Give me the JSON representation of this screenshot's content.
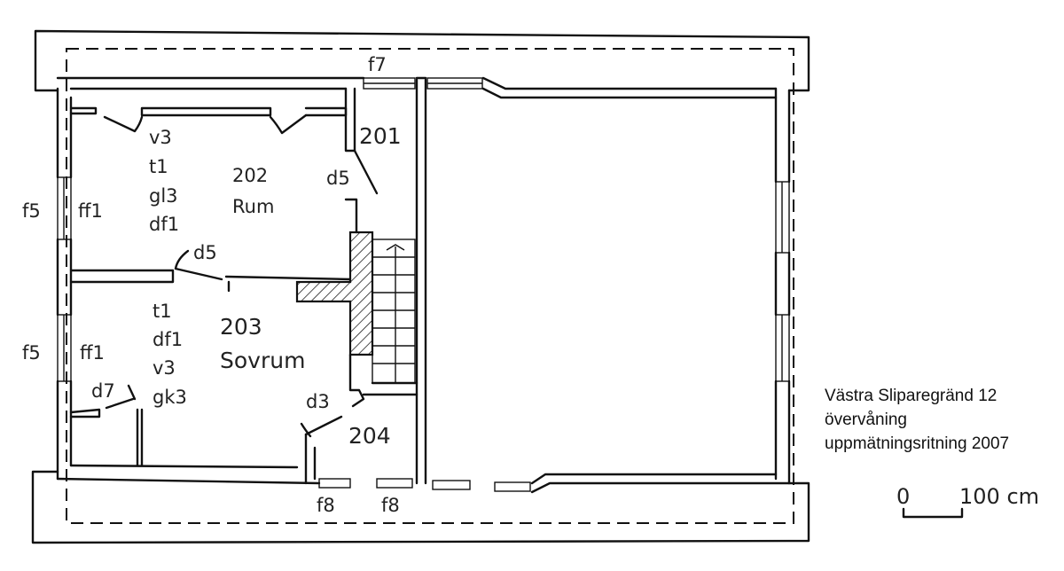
{
  "plan": {
    "labels": {
      "f7": "f7",
      "room_201": "201",
      "d5_201": "d5",
      "room_202": "202",
      "room_202_name": "Rum",
      "r202_v3": "v3",
      "r202_t1": "t1",
      "r202_gl3": "gl3",
      "r202_df1": "df1",
      "f5_top": "f5",
      "ff1_top": "ff1",
      "d5_202": "d5",
      "r203_t1": "t1",
      "r203_df1": "df1",
      "r203_v3": "v3",
      "r203_gk3": "gk3",
      "room_203": "203",
      "room_203_name": "Sovrum",
      "f5_bottom": "f5",
      "ff1_bottom": "ff1",
      "d7": "d7",
      "d3": "d3",
      "room_204": "204",
      "f8_left": "f8",
      "f8_right": "f8"
    }
  },
  "caption": {
    "line1": "Västra Sliparegränd 12",
    "line2": "övervåning",
    "line3": "uppmätningsritning 2007"
  },
  "scale_bar": {
    "start": "0",
    "end": "100 cm"
  }
}
